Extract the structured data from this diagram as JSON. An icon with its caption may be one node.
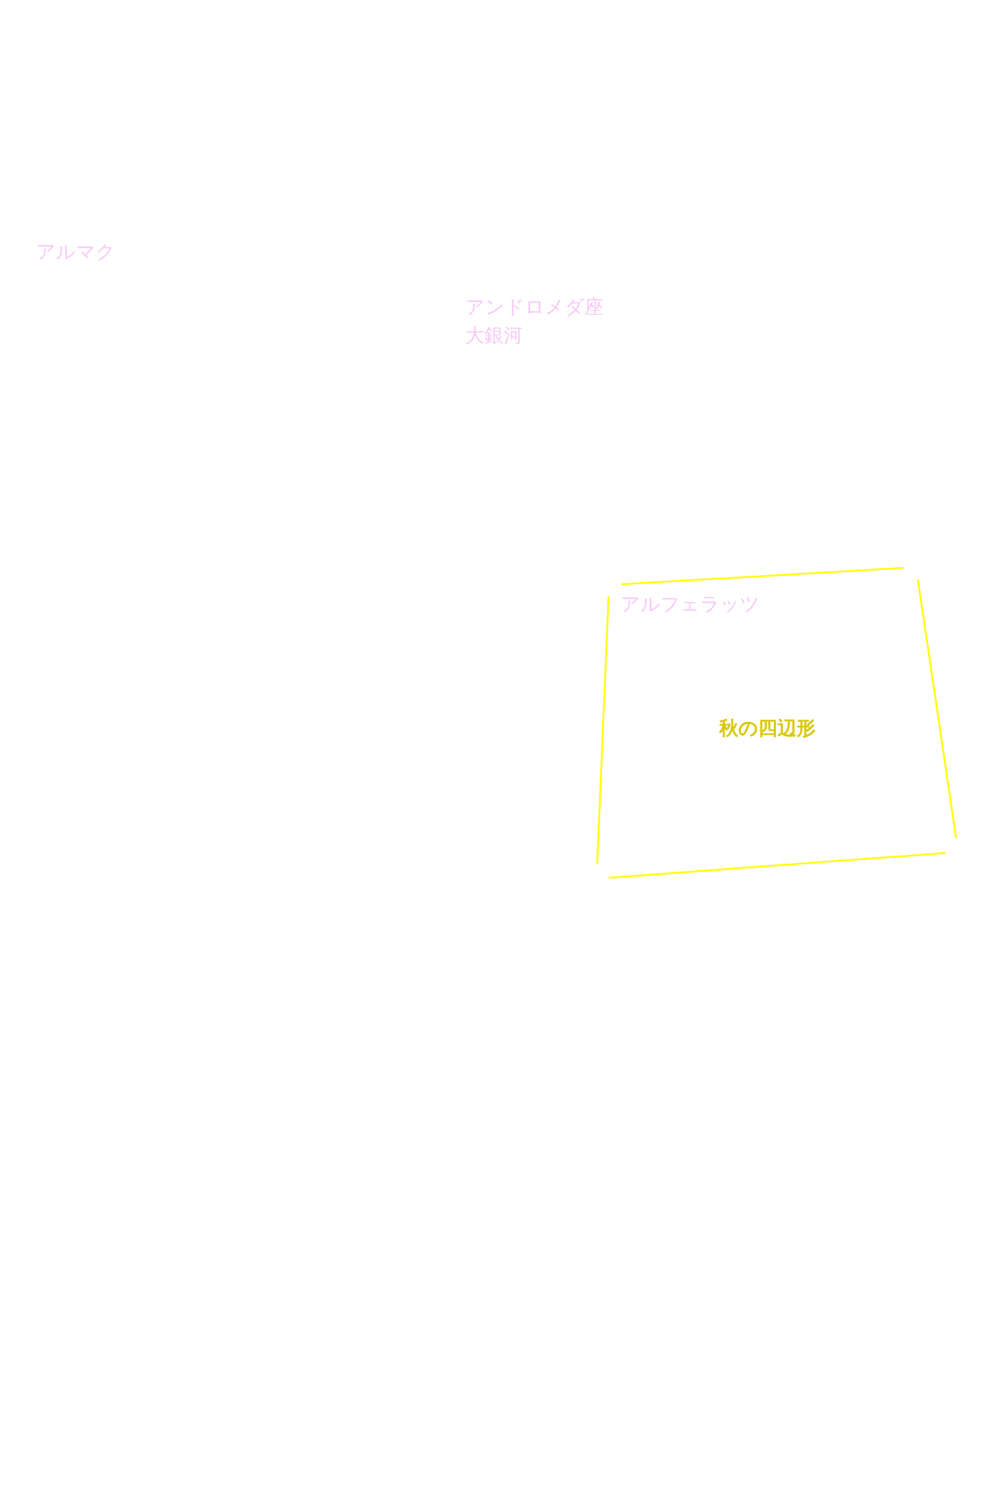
{
  "diagram": {
    "labels": [
      "アルマク",
      "アンドロメダ座大銀河",
      "アルフェラッツ",
      "秋の四辺形"
    ]
  }
}
